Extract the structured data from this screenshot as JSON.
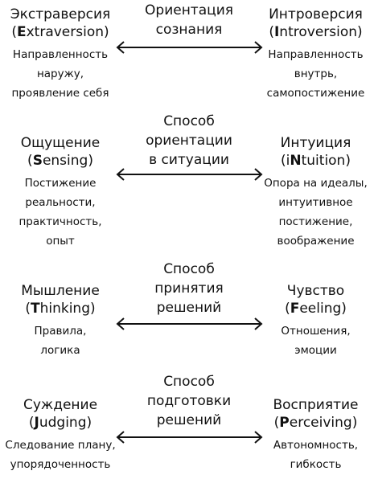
{
  "rows": [
    {
      "left": {
        "title": "Экстраверсия",
        "pre": "(",
        "letter": "E",
        "rest": "xtraversion)",
        "desc": [
          "Направленность",
          "наружу,",
          "проявление себя"
        ]
      },
      "center": [
        "Ориентация",
        "сознания"
      ],
      "right": {
        "title": "Интроверсия",
        "pre": "(",
        "letter": "I",
        "rest": "ntroversion)",
        "desc": [
          "Направленность",
          "внутрь,",
          "самопостижение"
        ]
      }
    },
    {
      "left": {
        "title": "Ощущение",
        "pre": "(",
        "letter": "S",
        "rest": "ensing)",
        "desc": [
          "Постижение",
          "реальности,",
          "практичность,",
          "опыт"
        ]
      },
      "center": [
        "Способ",
        "ориентации",
        "в ситуации"
      ],
      "right": {
        "title": "Интуиция",
        "pre": "(i",
        "letter": "N",
        "rest": "tuition)",
        "desc": [
          "Опора на идеалы,",
          "интуитивное",
          "постижение,",
          "воображение"
        ]
      }
    },
    {
      "left": {
        "title": "Мышление",
        "pre": "(",
        "letter": "T",
        "rest": "hinking)",
        "desc": [
          "Правила,",
          "логика"
        ]
      },
      "center": [
        "Способ",
        "принятия",
        "решений"
      ],
      "right": {
        "title": "Чувство",
        "pre": "(",
        "letter": "F",
        "rest": "eeling)",
        "desc": [
          "Отношения,",
          "эмоции"
        ]
      }
    },
    {
      "left": {
        "title": "Суждение",
        "pre": "(",
        "letter": "J",
        "rest": "udging)",
        "desc": [
          "Следование плану,",
          "упорядоченность"
        ]
      },
      "center": [
        "Способ",
        "подготовки",
        "решений"
      ],
      "right": {
        "title": "Восприятие",
        "pre": "(",
        "letter": "P",
        "rest": "erceiving)",
        "desc": [
          "Автономность,",
          "гибкость"
        ]
      }
    }
  ]
}
